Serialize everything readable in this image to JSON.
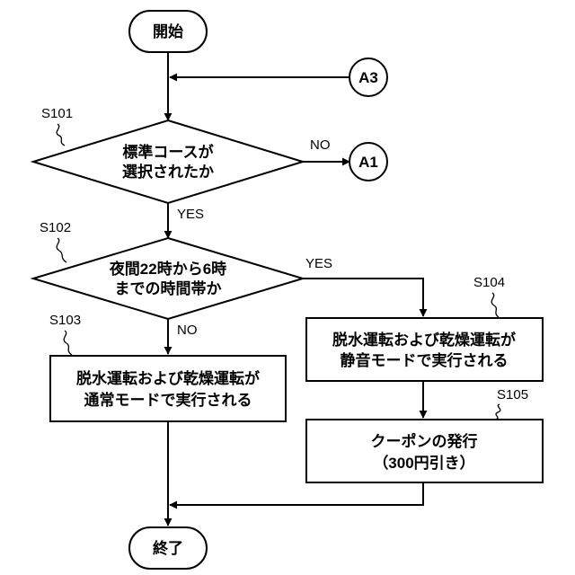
{
  "nodes": {
    "start": "開始",
    "end": "終了",
    "connector_a3": "A3",
    "connector_a1": "A1",
    "s101_line1": "標準コースが",
    "s101_line2": "選択されたか",
    "s102_line1": "夜間22時から6時",
    "s102_line2": "までの時間帯か",
    "s103_line1": "脱水運転および乾燥運転が",
    "s103_line2": "通常モードで実行される",
    "s104_line1": "脱水運転および乾燥運転が",
    "s104_line2": "静音モードで実行される",
    "s105_line1": "クーポンの発行",
    "s105_line2": "（300円引き）"
  },
  "steps": {
    "s101": "S101",
    "s102": "S102",
    "s103": "S103",
    "s104": "S104",
    "s105": "S105"
  },
  "edges": {
    "s101_no": "NO",
    "s101_yes": "YES",
    "s102_yes": "YES",
    "s102_no": "NO"
  }
}
